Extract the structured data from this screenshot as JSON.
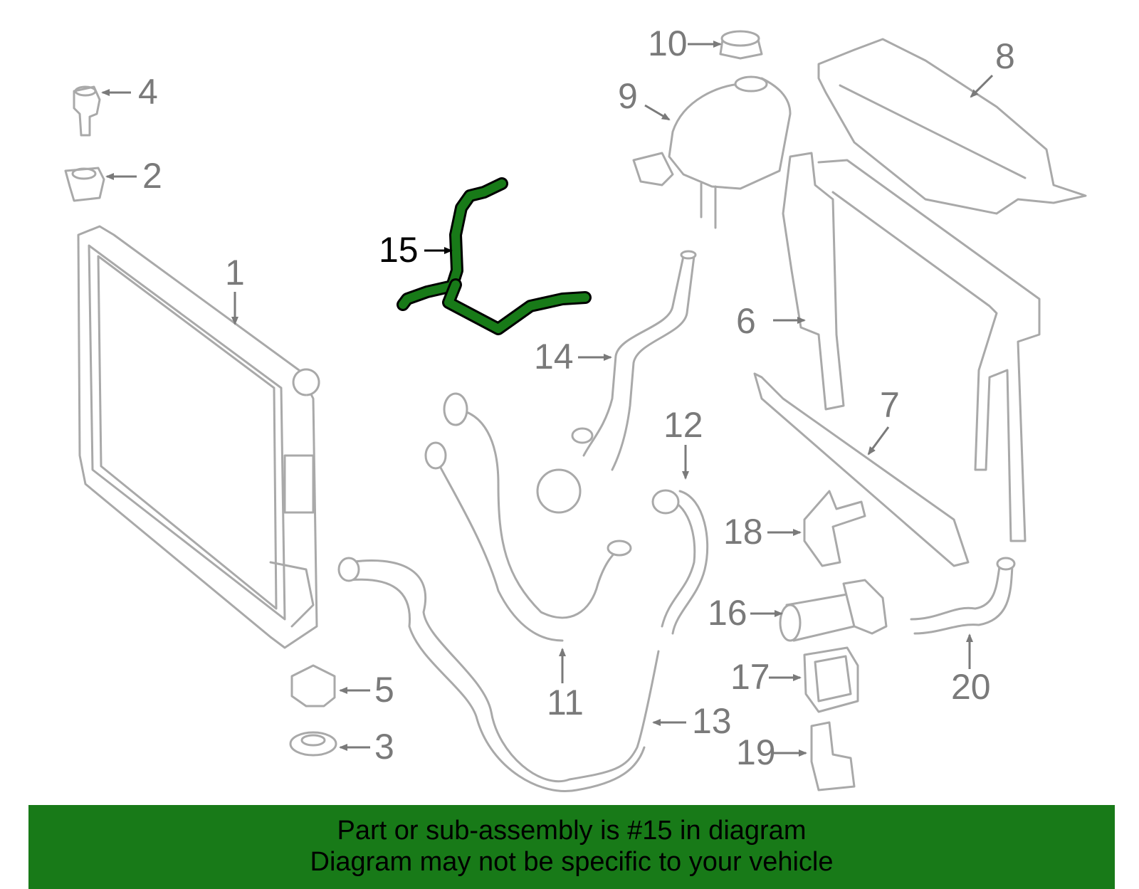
{
  "labels": {
    "p1": "1",
    "p2": "2",
    "p3": "3",
    "p4": "4",
    "p5": "5",
    "p6": "6",
    "p7": "7",
    "p8": "8",
    "p9": "9",
    "p10": "10",
    "p11": "11",
    "p12": "12",
    "p13": "13",
    "p14": "14",
    "p15": "15",
    "p16": "16",
    "p17": "17",
    "p18": "18",
    "p19": "19",
    "p20": "20"
  },
  "highlight": {
    "part": "15",
    "color": "#187a18"
  },
  "banner": {
    "line1": "Part or sub-assembly is #15 in diagram",
    "line2": "Diagram may not be specific to your vehicle"
  },
  "colors": {
    "banner_bg": "#187a18",
    "part_stroke": "#a9a9a9",
    "label_text": "#7a7a7a"
  }
}
